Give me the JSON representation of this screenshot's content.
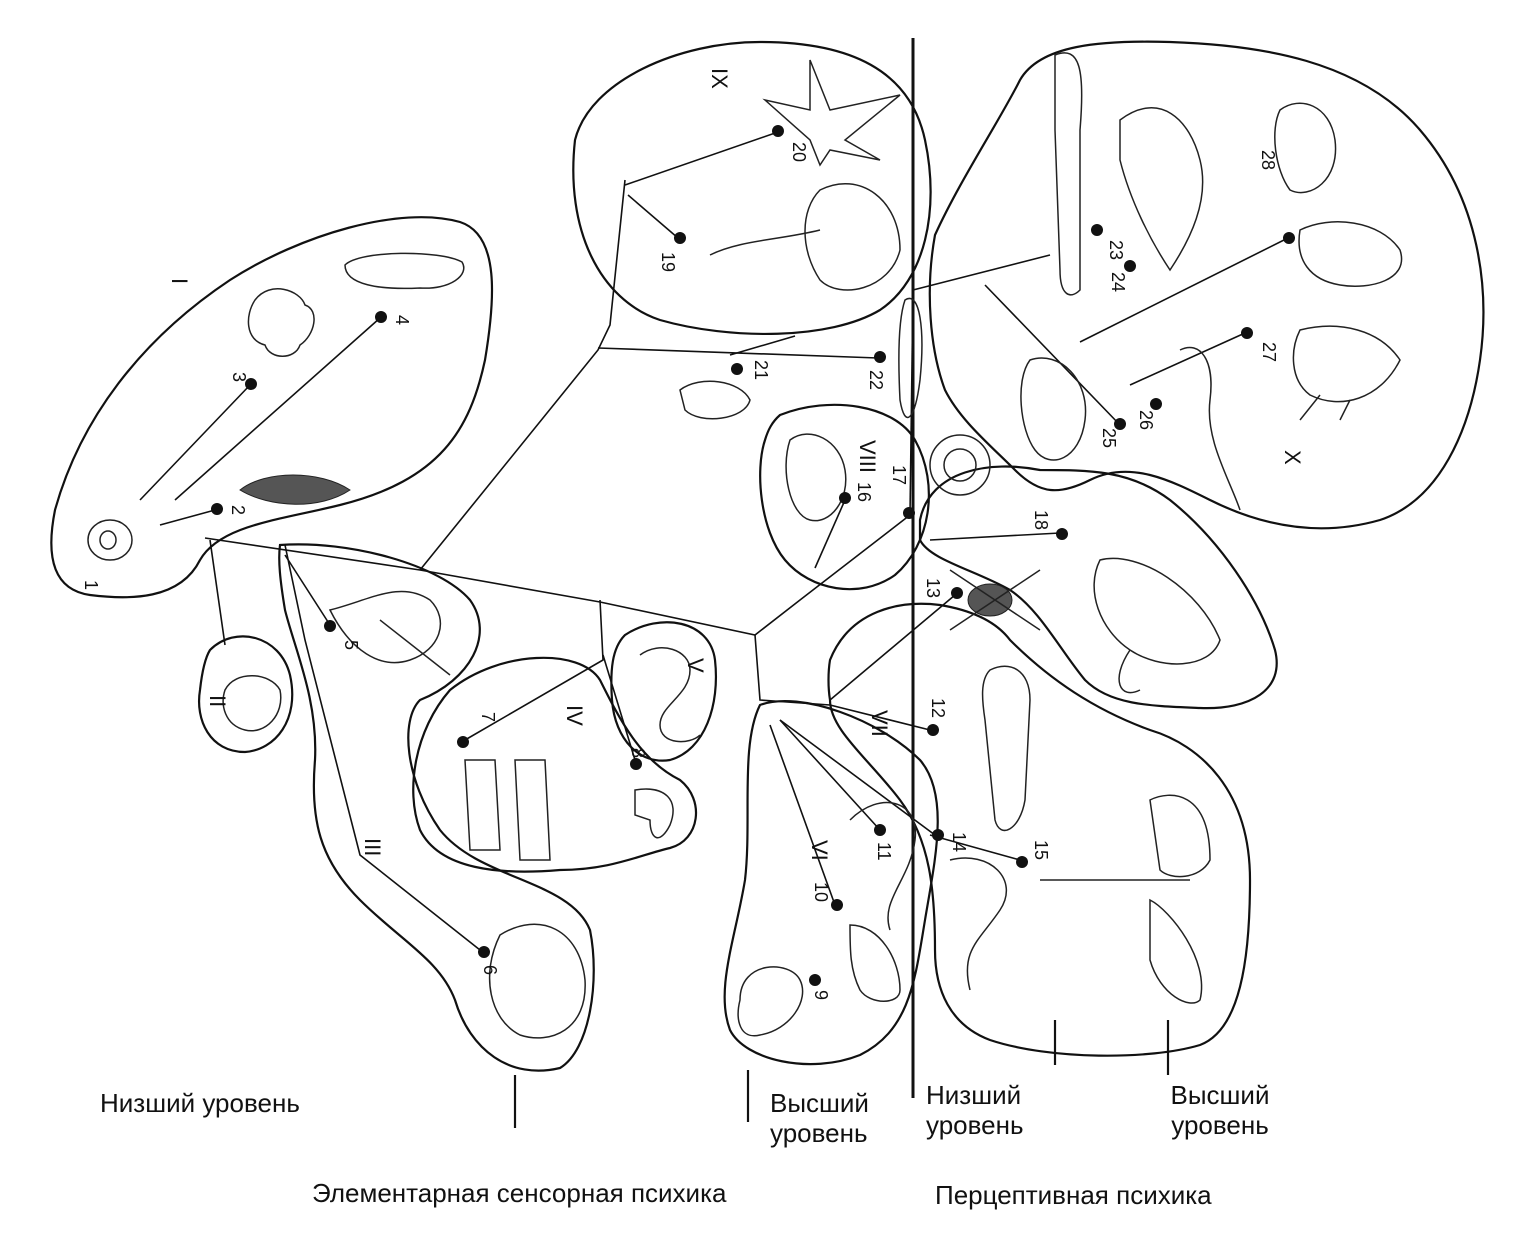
{
  "level_labels": {
    "elementary_lower": "Низший уровень",
    "elementary_higher": [
      "Высший",
      "уровень"
    ],
    "perceptive_lower": [
      "Низший",
      "уровень"
    ],
    "perceptive_higher": [
      "Высший",
      "уровень"
    ]
  },
  "stage_labels": {
    "elementary": "Элементарная сенсорная психика",
    "perceptive": "Перцептивная психика"
  },
  "group_labels": [
    "I",
    "II",
    "III",
    "IV",
    "V",
    "VI",
    "VII",
    "VIII",
    "IX",
    "X"
  ],
  "organism_numbers": [
    "1",
    "2",
    "3",
    "4",
    "5",
    "6",
    "7",
    "8",
    "9",
    "10",
    "11",
    "12",
    "13",
    "14",
    "15",
    "16",
    "17",
    "18",
    "19",
    "20",
    "21",
    "22",
    "23",
    "24",
    "25",
    "26",
    "27",
    "28"
  ]
}
